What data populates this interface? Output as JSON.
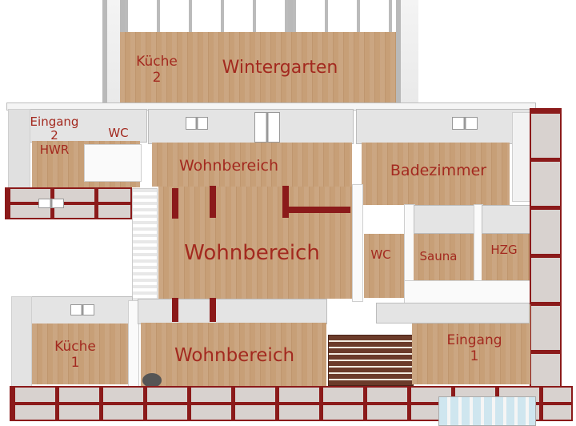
{
  "floor_plan": {
    "rooms": [
      {
        "id": "kueche2",
        "label_line1": "Küche",
        "label_line2": "2"
      },
      {
        "id": "wintergarten",
        "label": "Wintergarten"
      },
      {
        "id": "eingang2",
        "label_line1": "Eingang",
        "label_line2": "2",
        "label_line3": "HWR"
      },
      {
        "id": "wc_top",
        "label": "WC"
      },
      {
        "id": "wohnbereich_top",
        "label": "Wohnbereich"
      },
      {
        "id": "badezimmer",
        "label": "Badezimmer"
      },
      {
        "id": "wohnbereich_center",
        "label": "Wohnbereich"
      },
      {
        "id": "wc_right",
        "label": "WC"
      },
      {
        "id": "sauna",
        "label": "Sauna"
      },
      {
        "id": "hzg",
        "label": "HZG"
      },
      {
        "id": "kueche1",
        "label_line1": "Küche",
        "label_line2": "1"
      },
      {
        "id": "wohnbereich_bottom",
        "label": "Wohnbereich"
      },
      {
        "id": "eingang1",
        "label_line1": "Eingang",
        "label_line2": "1"
      }
    ],
    "colors": {
      "label": "#a3291f",
      "floor": "#c79f77",
      "timber": "#8b1a1a"
    }
  }
}
